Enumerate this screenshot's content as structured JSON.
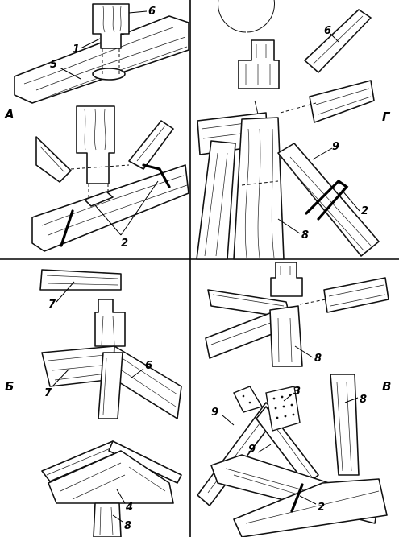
{
  "panels": {
    "A": "А",
    "G": "Г",
    "B": "Б",
    "V": "В"
  },
  "labels": {
    "a_6": "6",
    "a_1": "1",
    "a_5": "5",
    "a_2": "2",
    "g_6": "6",
    "g_9": "9",
    "g_2": "2",
    "g_8": "8",
    "b_7a": "7",
    "b_7b": "7",
    "b_6": "6",
    "b_4": "4",
    "b_8": "8",
    "v_8a": "8",
    "v_3": "3",
    "v_9a": "9",
    "v_9b": "9",
    "v_8b": "8",
    "v_2": "2"
  }
}
